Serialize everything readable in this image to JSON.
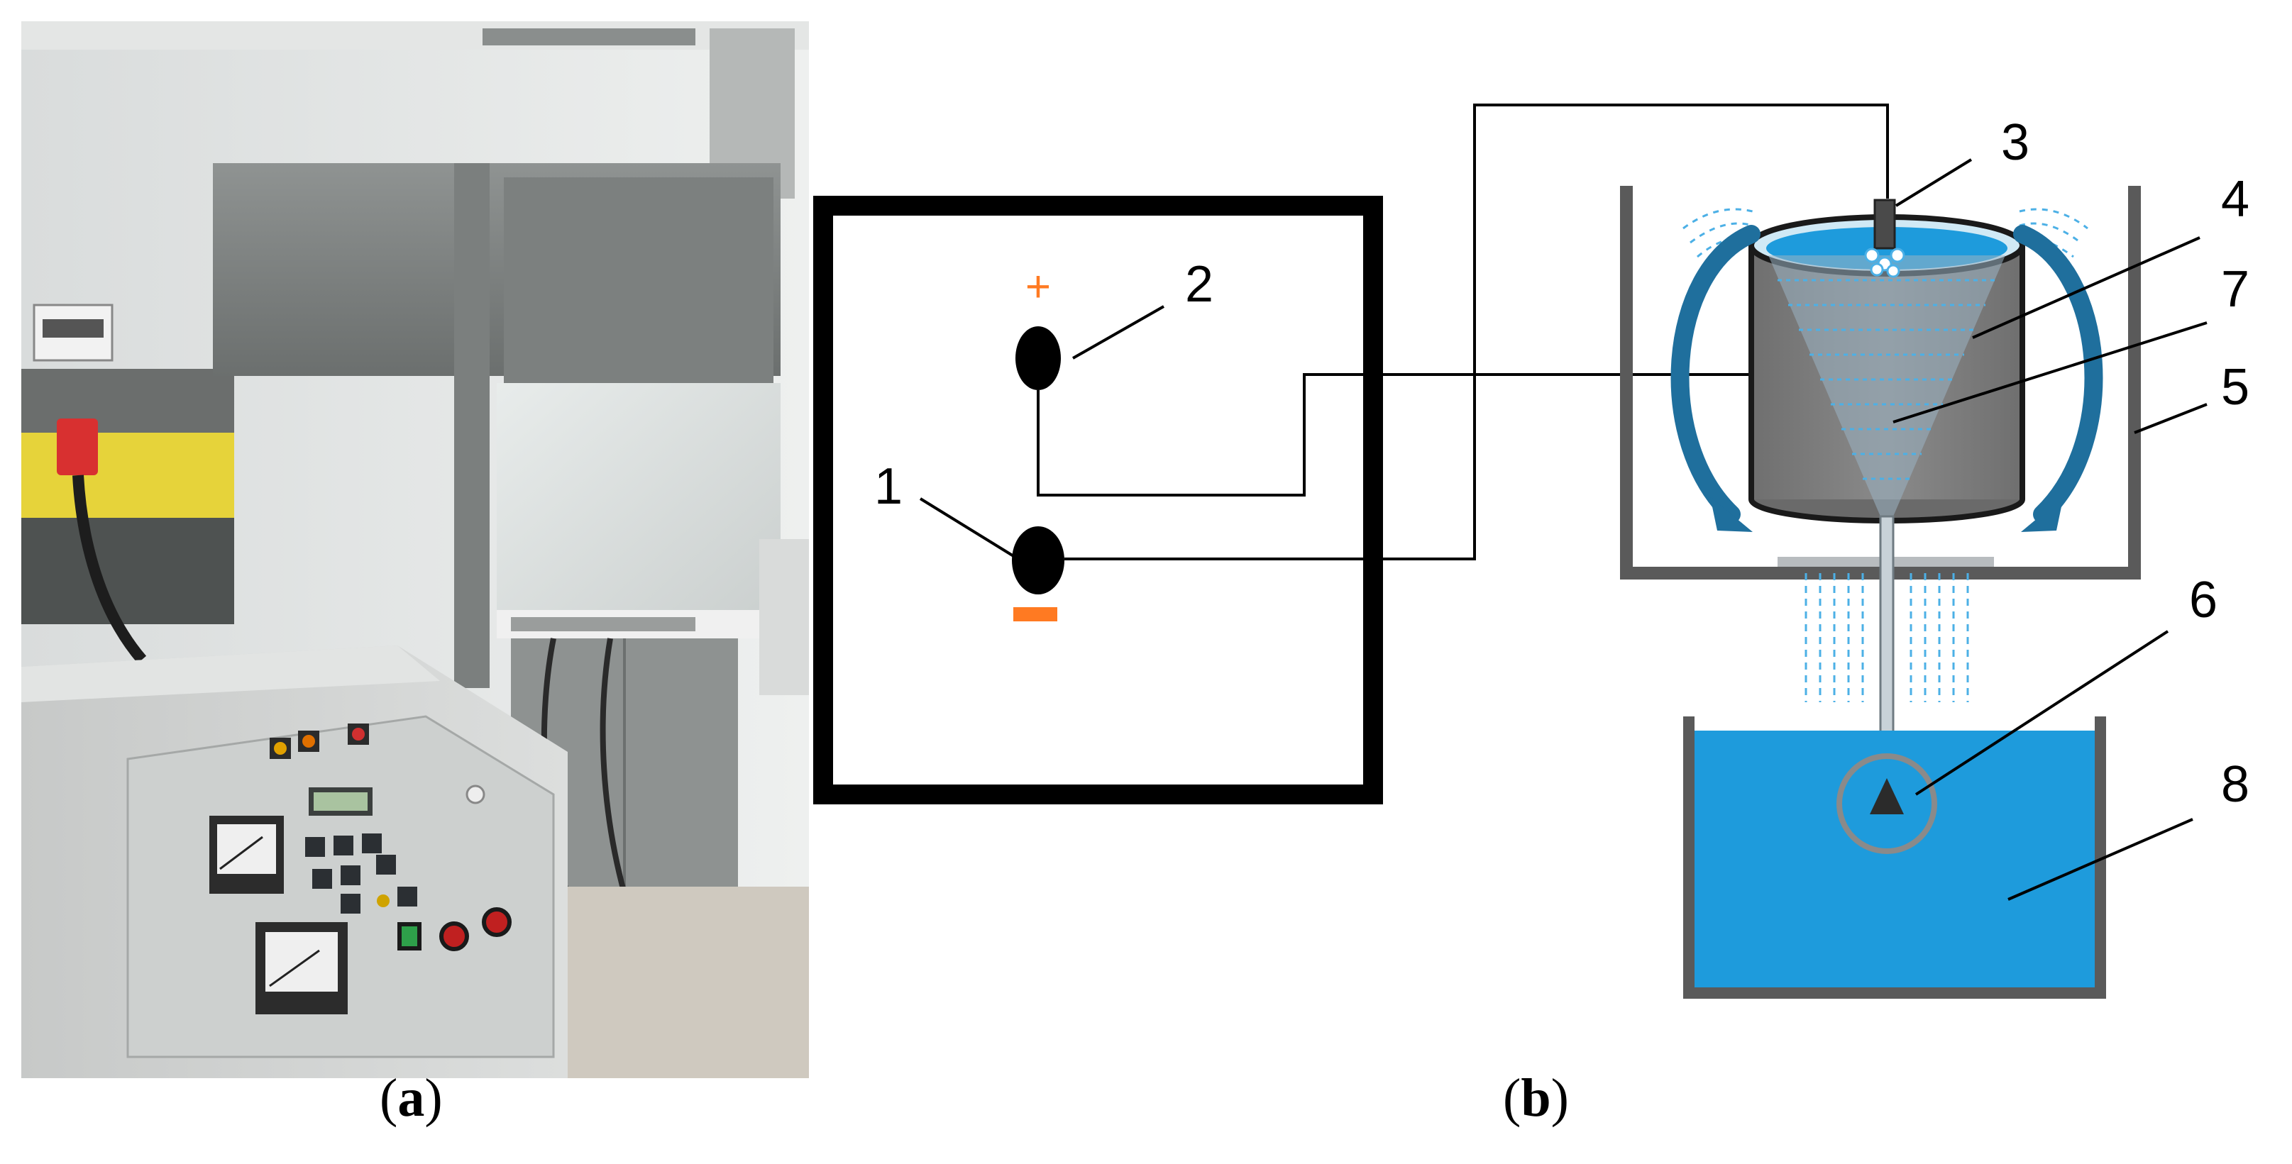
{
  "panel_a": {
    "caption_open": "(",
    "caption_letter": "a",
    "caption_close": ")"
  },
  "panel_b": {
    "caption_open": "(",
    "caption_letter": "b",
    "caption_close": ")",
    "power_supply": {
      "plus_label": "+",
      "minus_symbol": "—",
      "terminal_1_label": "1",
      "terminal_2_label": "2"
    },
    "parts": [
      {
        "id": "3",
        "label": "3"
      },
      {
        "id": "4",
        "label": "4"
      },
      {
        "id": "7",
        "label": "7"
      },
      {
        "id": "5",
        "label": "5"
      },
      {
        "id": "6",
        "label": "6"
      },
      {
        "id": "8",
        "label": "8"
      }
    ]
  },
  "colors": {
    "water": "#1e9bdc",
    "vessel_gray": "#7d7d7d",
    "tank_wall": "#5a5a5a",
    "accent_orange": "#ff7a22",
    "arrow_blue": "#1f6f9d"
  }
}
